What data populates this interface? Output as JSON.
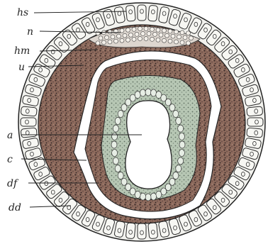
{
  "figure": {
    "labels": [
      {
        "id": "hs",
        "text": "hs"
      },
      {
        "id": "n",
        "text": "n"
      },
      {
        "id": "hm",
        "text": "hm"
      },
      {
        "id": "u",
        "text": "u"
      },
      {
        "id": "a",
        "text": "a"
      },
      {
        "id": "c",
        "text": "c"
      },
      {
        "id": "df",
        "text": "df"
      },
      {
        "id": "dd",
        "text": "dd"
      }
    ],
    "colors": {
      "ectoderm_cells": "#f4f4f1",
      "cell_outline": "#2a2a2a",
      "mesoderm": "#8d6a5c",
      "inner_epithelium": "#c9d7c7",
      "cavity": "#ffffff"
    }
  }
}
